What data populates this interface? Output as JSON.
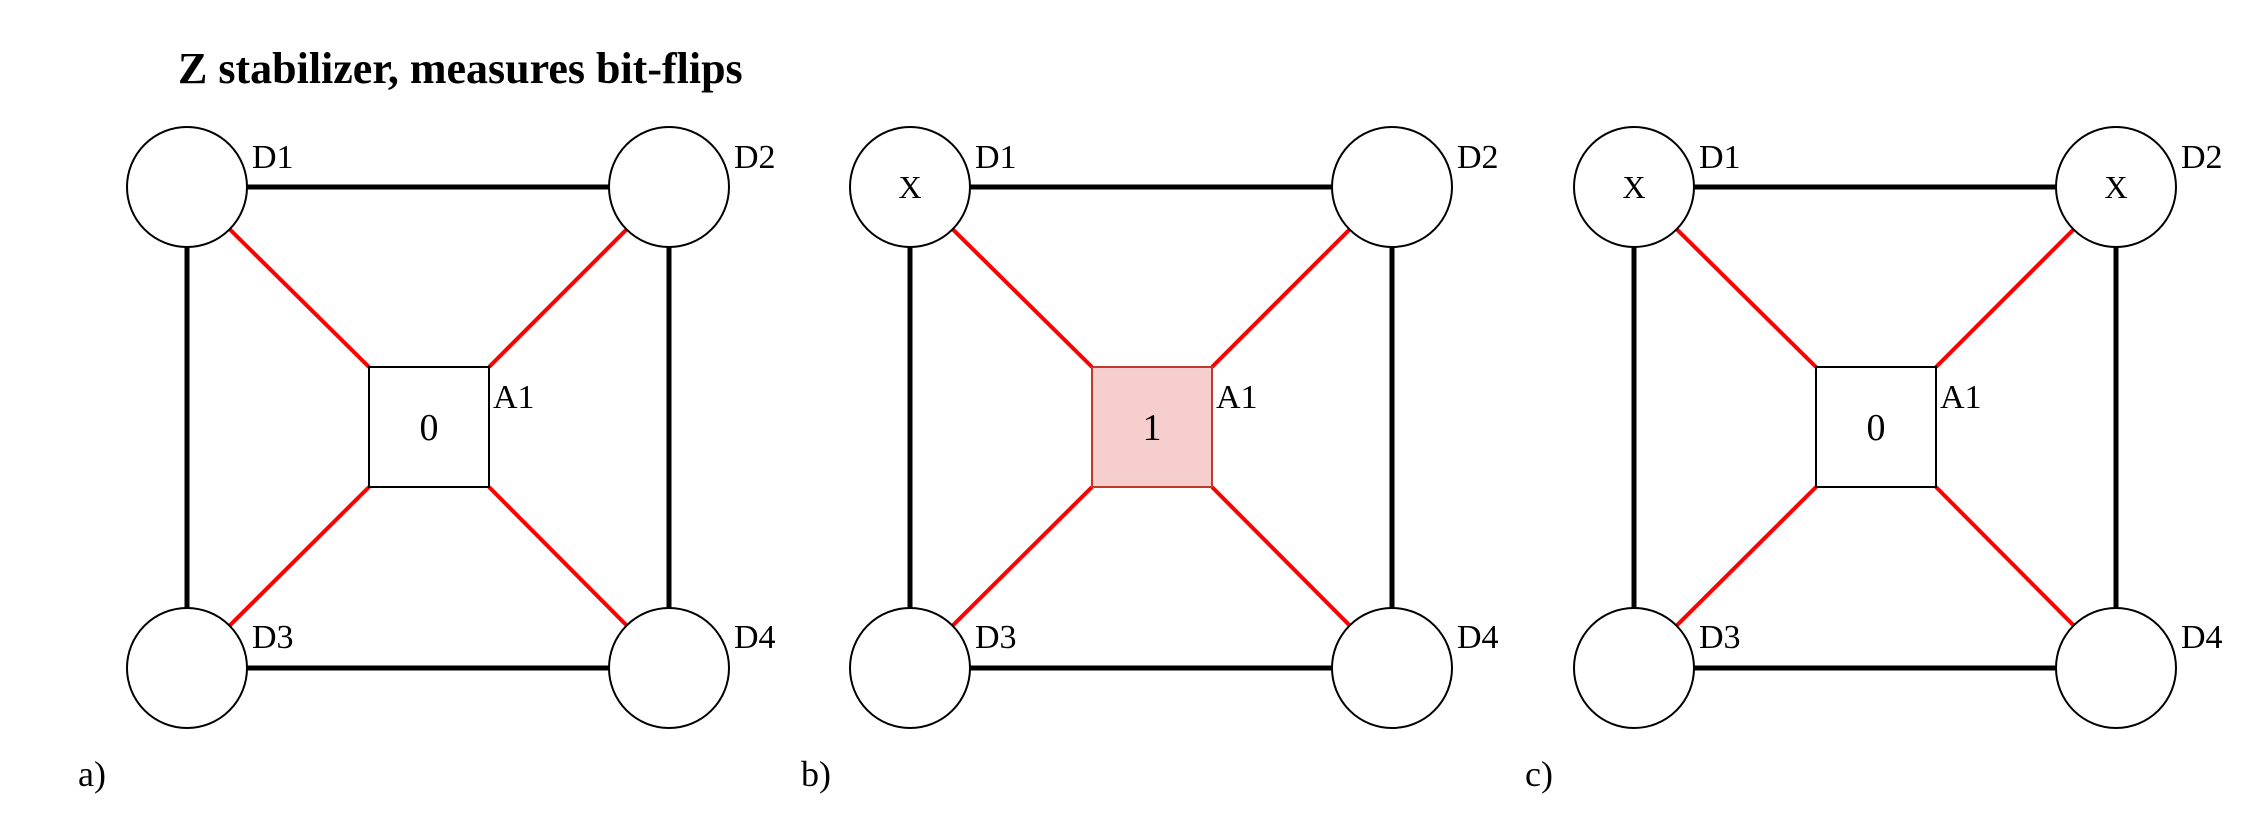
{
  "title": "Z stabilizer, measures bit-flips",
  "colors": {
    "data_edge": "#000000",
    "measure_edge": "#ff0000",
    "node_fill": "#ffffff",
    "ancilla_active_fill": "#f6cece",
    "ancilla_active_stroke": "#c0392b",
    "ancilla_stroke": "#000000"
  },
  "panels": [
    {
      "label": "a)",
      "ancilla": {
        "name": "A1",
        "value": "0",
        "active": false
      },
      "data_qubits": [
        {
          "name": "D1",
          "mark": ""
        },
        {
          "name": "D2",
          "mark": ""
        },
        {
          "name": "D3",
          "mark": ""
        },
        {
          "name": "D4",
          "mark": ""
        }
      ]
    },
    {
      "label": "b)",
      "ancilla": {
        "name": "A1",
        "value": "1",
        "active": true
      },
      "data_qubits": [
        {
          "name": "D1",
          "mark": "X"
        },
        {
          "name": "D2",
          "mark": ""
        },
        {
          "name": "D3",
          "mark": ""
        },
        {
          "name": "D4",
          "mark": ""
        }
      ]
    },
    {
      "label": "c)",
      "ancilla": {
        "name": "A1",
        "value": "0",
        "active": false
      },
      "data_qubits": [
        {
          "name": "D1",
          "mark": "X"
        },
        {
          "name": "D2",
          "mark": "X"
        },
        {
          "name": "D3",
          "mark": ""
        },
        {
          "name": "D4",
          "mark": ""
        }
      ]
    }
  ]
}
